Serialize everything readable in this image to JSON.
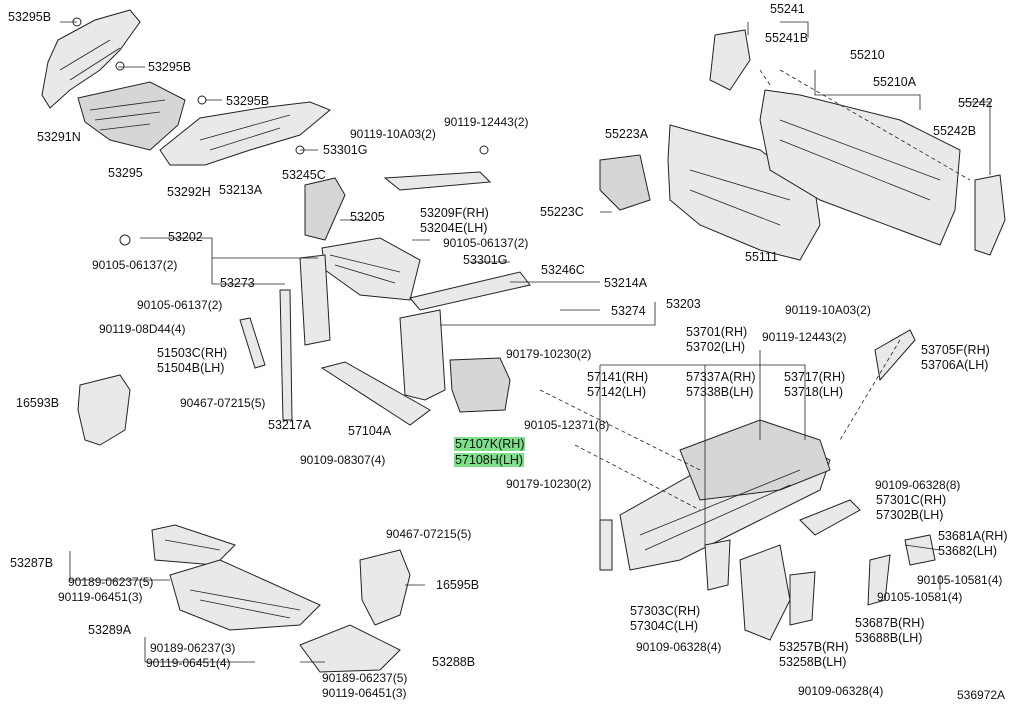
{
  "diagram_id": "536972A",
  "parts": {
    "p53295B_a": "53295B",
    "p53295B_b": "53295B",
    "p53295B_c": "53295B",
    "p53291N": "53291N",
    "p53295": "53295",
    "p53292H": "53292H",
    "p90119_10A03_a": "90119-10A03(2)",
    "p90119_12443_a": "90119-12443(2)",
    "p53301G_a": "53301G",
    "p53213A": "53213A",
    "p53245C": "53245C",
    "p53205": "53205",
    "p53209F": "53209F(RH)",
    "p53204E": "53204E(LH)",
    "p53202": "53202",
    "p90105_06137_a": "90105-06137(2)",
    "p90105_06137_b": "90105-06137(2)",
    "p53301G_b": "53301G",
    "p53246C": "53246C",
    "p53273": "53273",
    "p53214A": "53214A",
    "p90105_06137_c": "90105-06137(2)",
    "p53203": "53203",
    "p53274": "53274",
    "p90119_08D44": "90119-08D44(4)",
    "p51503C": "51503C(RH)",
    "p51504B": "51504B(LH)",
    "p90179_10230_a": "90179-10230(2)",
    "p16593B": "16593B",
    "p90467_07215_a": "90467-07215(5)",
    "p53217A": "53217A",
    "p57104A": "57104A",
    "p90105_12371": "90105-12371(8)",
    "p57107K": "57107K(RH)",
    "p57108H": "57108H(LH)",
    "p90109_08307": "90109-08307(4)",
    "p90179_10230_b": "90179-10230(2)",
    "p55241": "55241",
    "p55241B": "55241B",
    "p55210": "55210",
    "p55210A": "55210A",
    "p55242": "55242",
    "p55242B": "55242B",
    "p55223A": "55223A",
    "p55223C": "55223C",
    "p55111": "55111",
    "p90119_10A03_b": "90119-10A03(2)",
    "p90119_12443_b": "90119-12443(2)",
    "p53701": "53701(RH)",
    "p53702": "53702(LH)",
    "p53705F": "53705F(RH)",
    "p53706A": "53706A(LH)",
    "p57141": "57141(RH)",
    "p57142": "57142(LH)",
    "p57337A": "57337A(RH)",
    "p57338B": "57338B(LH)",
    "p53717": "53717(RH)",
    "p53718": "53718(LH)",
    "p90109_06328_a": "90109-06328(8)",
    "p57301C": "57301C(RH)",
    "p57302B": "57302B(LH)",
    "p53681A": "53681A(RH)",
    "p53682": "53682(LH)",
    "p90105_10581_a": "90105-10581(4)",
    "p90105_10581_b": "90105-10581(4)",
    "p53687B": "53687B(RH)",
    "p53688B": "53688B(LH)",
    "p57303C": "57303C(RH)",
    "p57304C": "57304C(LH)",
    "p90109_06328_b": "90109-06328(4)",
    "p53257B": "53257B(RH)",
    "p53258B": "53258B(LH)",
    "p90109_06328_c": "90109-06328(4)",
    "p53287B": "53287B",
    "p90189_06237_a": "90189-06237(5)",
    "p90119_06451_a": "90119-06451(3)",
    "p53289A": "53289A",
    "p90189_06237_b": "90189-06237(3)",
    "p90119_06451_b": "90119-06451(4)",
    "p90467_07215_b": "90467-07215(5)",
    "p16595B": "16595B",
    "p53288B": "53288B",
    "p90189_06237_c": "90189-06237(5)",
    "p90119_06451_c": "90119-06451(3)"
  },
  "colors": {
    "highlight": "#7ee08a",
    "ink": "#222222",
    "part_fill": "#e9e9e9"
  }
}
